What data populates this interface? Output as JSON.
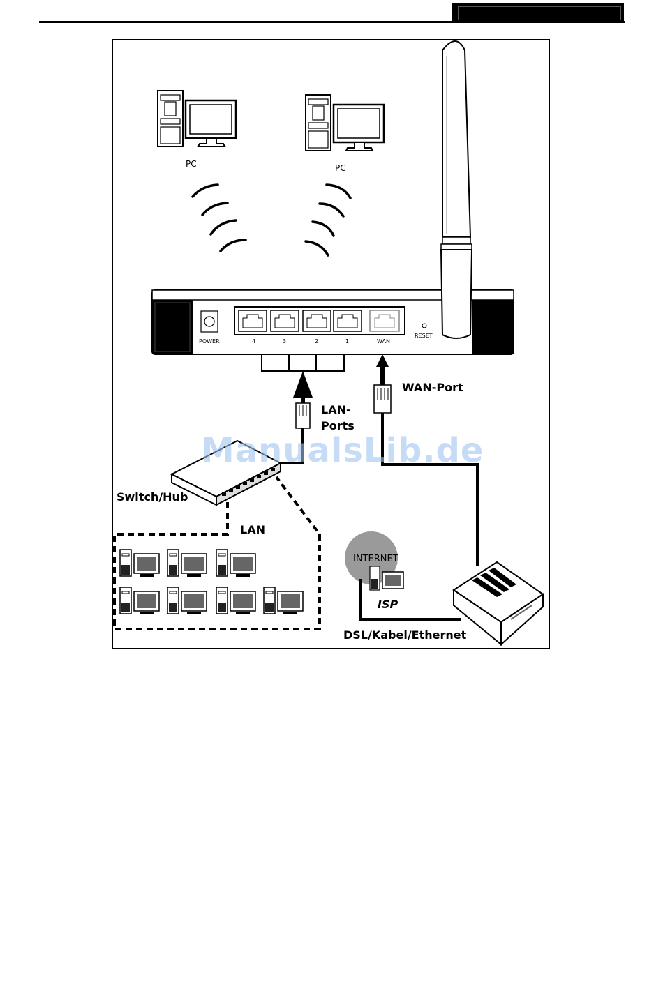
{
  "labels": {
    "pc_left": "PC",
    "pc_right": "PC",
    "power": "POWER",
    "port_4": "4",
    "port_3": "3",
    "port_2": "2",
    "port_1": "1",
    "wan": "WAN",
    "reset": "RESET",
    "wan_port": "WAN-Port",
    "lan_ports_line1": "LAN-",
    "lan_ports_line2": "Ports",
    "switch_hub": "Switch/Hub",
    "lan": "LAN",
    "internet": "INTERNET",
    "isp": "ISP",
    "dsl": "DSL/Kabel/Ethernet"
  },
  "watermark": "ManualsLib.de",
  "colors": {
    "line": "#000000",
    "watermark": "#a0c3f0",
    "globe": "#9a9a9a"
  }
}
